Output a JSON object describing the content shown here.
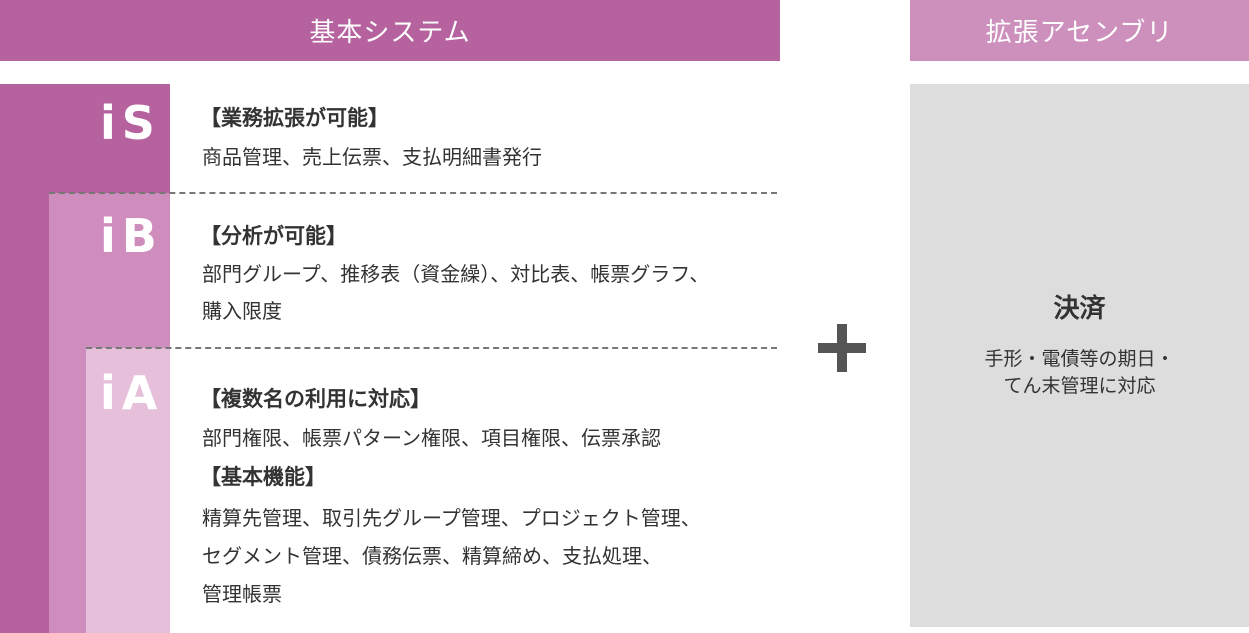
{
  "headers": {
    "main": "基本システム",
    "extension": "拡張アセンブリ"
  },
  "tiers": {
    "is": {
      "label": "iS",
      "heading": "【業務拡張が可能】",
      "lines": [
        "商品管理、売上伝票、支払明細書発行"
      ]
    },
    "ib": {
      "label": "iB",
      "heading": "【分析が可能】",
      "lines": [
        "部門グループ、推移表（資金繰）、対比表、帳票グラフ、",
        "購入限度"
      ]
    },
    "ia": {
      "label": "iA",
      "heading": "【複数名の利用に対応】",
      "lines": [
        "部門権限、帳票パターン権限、項目権限、伝票承認"
      ],
      "heading2": "【基本機能】",
      "lines2": [
        "精算先管理、取引先グループ管理、プロジェクト管理、",
        "セグメント管理、債務伝票、精算締め、支払処理、",
        "管理帳票"
      ]
    }
  },
  "plus_icon": "plus-icon",
  "extension": {
    "title": "決済",
    "lines": [
      "手形・電債等の期日・",
      "てん末管理に対応"
    ]
  },
  "colors": {
    "primary": "#b5629f",
    "secondary": "#cf8dbd",
    "tertiary": "#e6bfdb",
    "extension_header": "#cd8fbc",
    "extension_box": "#dcdddc",
    "plus": "#555555"
  }
}
